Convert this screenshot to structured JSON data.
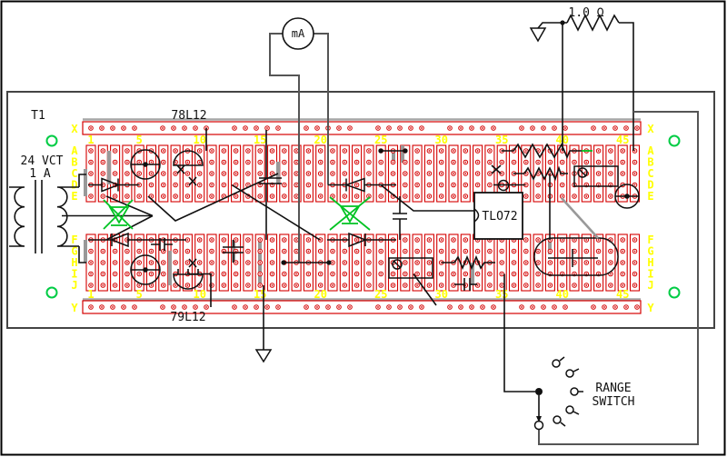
{
  "labels": {
    "transformer_name": "T1",
    "transformer_rating_line1": "24 VCT",
    "transformer_rating_line2": "1 A",
    "regulator_top": "78L12",
    "regulator_bottom": "79L12",
    "opamp": "TLO72",
    "meter": "mA",
    "sense_resistor": "1.0 Ω",
    "range_switch_line1": "RANGE",
    "range_switch_line2": "SWITCH"
  },
  "breadboard": {
    "column_numbers": [
      "1",
      "5",
      "10",
      "15",
      "20",
      "25",
      "30",
      "35",
      "40",
      "45"
    ],
    "row_letters_upper": [
      "X",
      "A",
      "B",
      "C",
      "D",
      "E"
    ],
    "row_letters_lower": [
      "F",
      "G",
      "H",
      "I",
      "J",
      "Y"
    ]
  },
  "colors": {
    "breadboard_red": "#d40000",
    "label_yellow": "#ffff00",
    "led_green": "#00c322",
    "mount_green": "#00cc44",
    "wire_gray": "#999999",
    "wire_black": "#111111"
  }
}
